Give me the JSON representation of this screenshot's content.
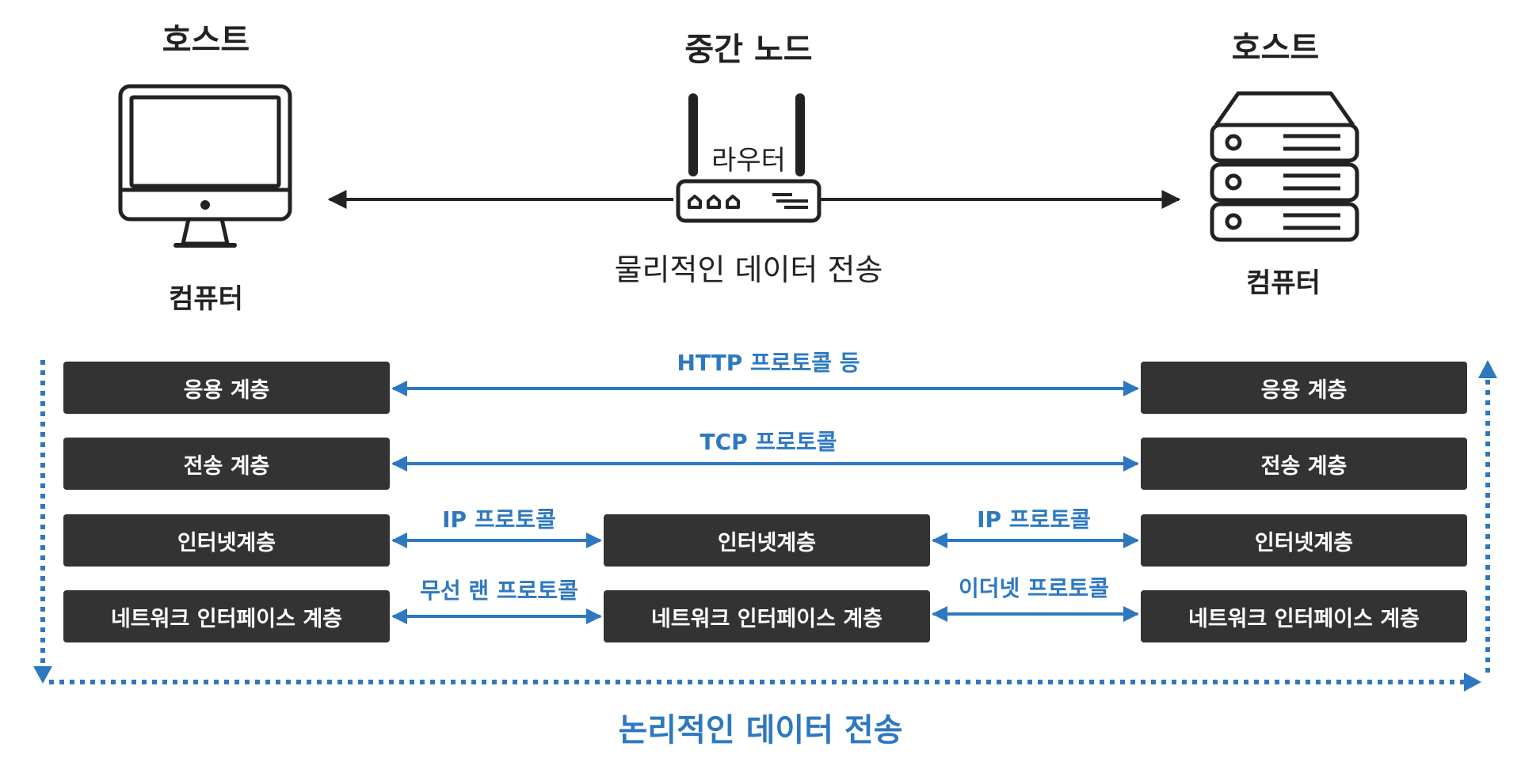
{
  "top": {
    "left_host": "호스트",
    "middle_node": "중간 노드",
    "right_host": "호스트",
    "router": "라우터",
    "left_computer": "컴퓨터",
    "right_computer": "컴퓨터",
    "physical_transfer": "물리적인 데이터 전송"
  },
  "layers": {
    "left": [
      "응용 계층",
      "전송 계층",
      "인터넷계층",
      "네트워크 인터페이스 계층"
    ],
    "middle": [
      "인터넷계층",
      "네트워크 인터페이스 계층"
    ],
    "right": [
      "응용 계층",
      "전송 계층",
      "인터넷계층",
      "네트워크 인터페이스 계층"
    ]
  },
  "protocols": {
    "application": "HTTP 프로토콜 등",
    "transport": "TCP 프로토콜",
    "internet_left": "IP 프로토콜",
    "internet_right": "IP 프로토콜",
    "link_left": "무선 랜 프로토콜",
    "link_right": "이더넷 프로토콜"
  },
  "logical_transfer": "논리적인 데이터 전송",
  "colors": {
    "accent": "#2e78c0",
    "box": "#333333",
    "line": "#222222"
  },
  "icons": {
    "left_device": "monitor-icon",
    "middle_device": "router-icon",
    "right_device": "server-icon"
  }
}
